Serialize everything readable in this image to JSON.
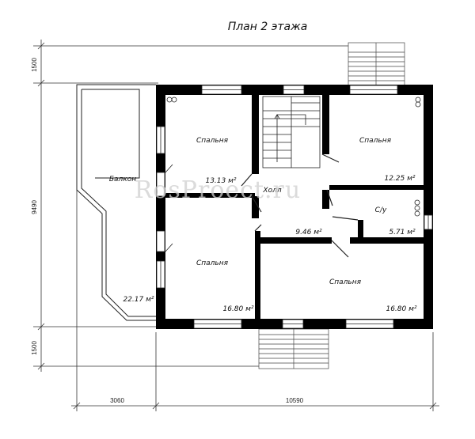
{
  "title": "План 2 этажа",
  "watermark": "RosProect.ru",
  "rooms": {
    "bedroom_nw": {
      "name": "Спальня",
      "area": "13.13 м²"
    },
    "bedroom_ne": {
      "name": "Спальня",
      "area": "12.25 м²"
    },
    "bedroom_sw": {
      "name": "Спальня",
      "area": "16.80 м²"
    },
    "bedroom_se": {
      "name": "Спальня",
      "area": "16.80 м²"
    },
    "hall": {
      "name": "Холл",
      "area": "9.46 м²"
    },
    "bathroom": {
      "name": "С/у",
      "area": "5.71 м²"
    },
    "balcony": {
      "name": "Балкон",
      "area": "22.17 м²"
    }
  },
  "dimensions": {
    "left_top": "1500",
    "left_middle": "9490",
    "left_bottom": "1500",
    "bottom_left": "3060",
    "bottom_main": "10590"
  }
}
